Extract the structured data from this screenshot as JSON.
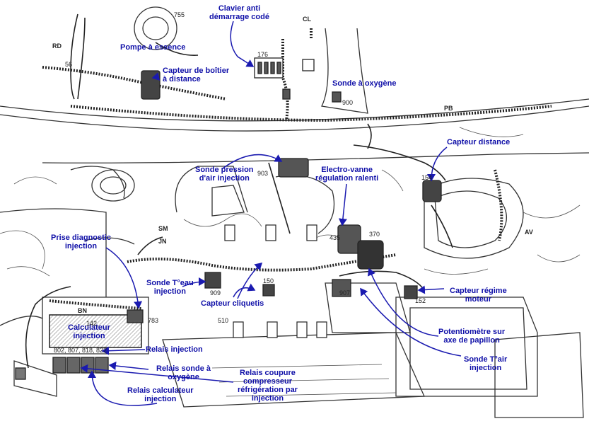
{
  "labels": {
    "pompe_essence": "Pompe à essence",
    "clavier": [
      "Clavier anti",
      "démarrage codé"
    ],
    "capteur_boitier": [
      "Capteur de boîtier",
      "à distance"
    ],
    "sonde_oxygene": "Sonde à oxygène",
    "capteur_distance": "Capteur distance",
    "sonde_pression": [
      "Sonde pression",
      "d'air injection"
    ],
    "electro_vanne": [
      "Electro-vanne",
      "régulation ralenti"
    ],
    "prise_diagnostic": [
      "Prise diagnostic",
      "injection"
    ],
    "sonde_t_eau": [
      "Sonde T°eau",
      "injection"
    ],
    "capteur_cliquetis": "Capteur cliquetis",
    "capteur_regime": [
      "Capteur régime",
      "moteur"
    ],
    "calculateur": [
      "Calculateur",
      "injection"
    ],
    "relais_injection": "Relais injection",
    "potentiometre": [
      "Potentiomètre sur",
      "axe de papillon"
    ],
    "relais_sonde": [
      "Relais sonde à",
      "oxygène"
    ],
    "relais_coupure": [
      "Relais coupure",
      "compresseur",
      "réfrigération par",
      "injection"
    ],
    "sonde_t_air": [
      "Sonde T°air",
      "injection"
    ],
    "relais_calculateur": [
      "Relais calculateur",
      "injection"
    ]
  },
  "component_codes": {
    "c755": "755",
    "c176": "176",
    "c56": "56",
    "c900": "900",
    "c154": "154",
    "c903": "903",
    "c435": "435",
    "c370": "370",
    "c142": "142",
    "c909": "909",
    "c150": "150",
    "c907": "907",
    "c152": "152",
    "c783": "783",
    "c510": "510",
    "relays": "802, 807, 818, 822"
  },
  "harness_tags": {
    "rd": "RD",
    "cl": "CL",
    "pb": "PB",
    "sm": "SM",
    "jn": "JN",
    "av": "AV",
    "bn": "BN"
  },
  "colors": {
    "label": "#1010a8",
    "arrow": "#1a1ab0",
    "drawing": "#333333"
  }
}
